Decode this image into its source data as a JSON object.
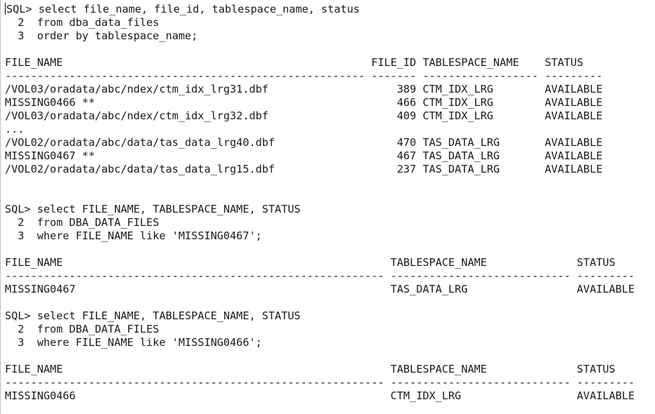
{
  "terminal": {
    "lines": [
      "SQL> select file_name, file_id, tablespace_name, status",
      "  2  from dba_data_files",
      "  3  order by tablespace_name;",
      "",
      "FILE_NAME                                                FILE_ID TABLESPACE_NAME    STATUS",
      "-------------------------------------------------------- ------- ------------------ ---------",
      "/VOL03/oradata/abc/ndex/ctm_idx_lrg31.dbf                    389 CTM_IDX_LRG        AVAILABLE",
      "MISSING0466 **                                               466 CTM_IDX_LRG        AVAILABLE",
      "/VOL03/oradata/abc/ndex/ctm_idx_lrg32.dbf                    409 CTM_IDX_LRG        AVAILABLE",
      "...",
      "/VOL02/oradata/abc/data/tas_data_lrg40.dbf                   470 TAS_DATA_LRG       AVAILABLE",
      "MISSING0467 **                                               467 TAS_DATA_LRG       AVAILABLE",
      "/VOL02/oradata/abc/data/tas_data_lrg15.dbf                   237 TAS_DATA_LRG       AVAILABLE",
      "",
      "",
      "SQL> select FILE_NAME, TABLESPACE_NAME, STATUS",
      "  2  from DBA_DATA_FILES",
      "  3  where FILE_NAME like 'MISSING0467';",
      "",
      "FILE_NAME                                                   TABLESPACE_NAME              STATUS",
      "----------------------------------------------------------- ---------------------------- ---------",
      "MISSING0467                                                 TAS_DATA_LRG                 AVAILABLE",
      "",
      "SQL> select FILE_NAME, TABLESPACE_NAME, STATUS",
      "  2  from DBA_DATA_FILES",
      "  3  where FILE_NAME like 'MISSING0466';",
      "",
      "FILE_NAME                                                   TABLESPACE_NAME              STATUS",
      "----------------------------------------------------------- ---------------------------- ---------",
      "MISSING0466                                                 CTM_IDX_LRG                  AVAILABLE"
    ]
  }
}
